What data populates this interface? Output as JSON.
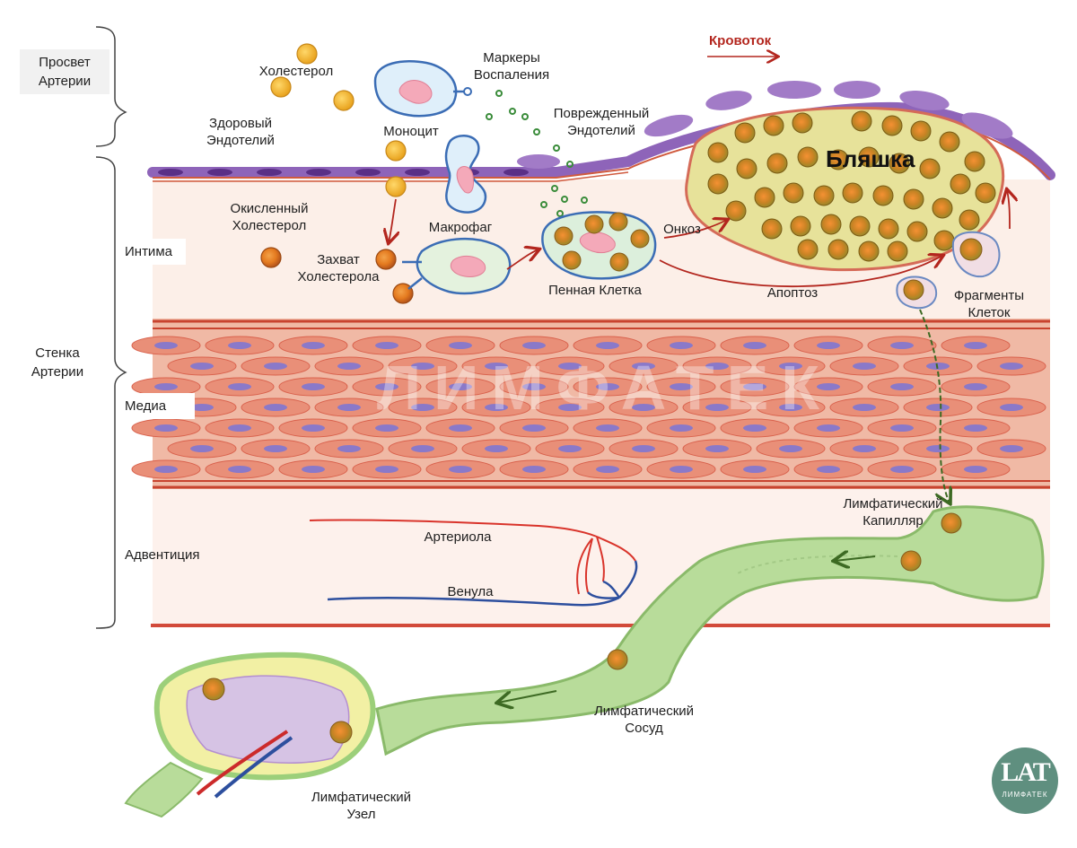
{
  "colors": {
    "intima_bg": "#fbece4",
    "media_bg": "#f3c6b4",
    "muscle": "#d9624d",
    "nucleus": "#8a79c9",
    "endothelium": "#8e64b9",
    "cholesterol": "#f0b72a",
    "oxidized_cholesterol": "#e07a20",
    "lymph_green": "#9bc77a",
    "artery_red": "#cc2b2b",
    "vein_blue": "#2d4f9e",
    "logo": "#5f8f7f"
  },
  "side_labels": {
    "lumen": "Просвет\nАртерии",
    "wall": "Стенка\nАртерии",
    "intima": "Интима",
    "media": "Медиа",
    "adventitia": "Адвентиция"
  },
  "labels": {
    "cholesterol": "Холестерол",
    "inflammation_markers": "Маркеры\nВоспаления",
    "healthy_endothelium": "Здоровый\nЭндотелий",
    "monocyte": "Моноцит",
    "damaged_endothelium": "Поврежденный\nЭндотелий",
    "oxidized_cholesterol": "Окисленный\nХолестерол",
    "macrophage": "Макрофаг",
    "cholesterol_capture": "Захват\nХолестерола",
    "foam_cell": "Пенная Клетка",
    "oncosis": "Онкоз",
    "apoptosis": "Апоптоз",
    "cell_fragments": "Фрагменты\nКлеток",
    "plaque": "Бляшка",
    "blood_flow": "Кровоток",
    "lymph_capillary": "Лимфатический\nКапилляр",
    "arteriole": "Артериола",
    "venule": "Венула",
    "lymph_vessel": "Лимфатический\nСосуд",
    "lymph_node": "Лимфатический\nУзел"
  },
  "watermark": "ЛИМФАТЕК",
  "logo": {
    "mark": "LAT",
    "word": "ЛИМФАТЕК"
  }
}
